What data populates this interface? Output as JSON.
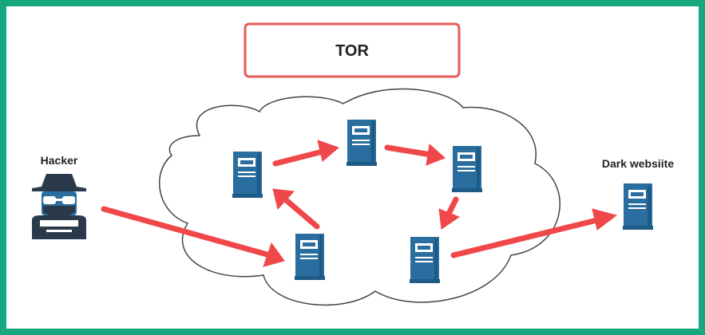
{
  "diagram": {
    "title": "TOR",
    "hacker_label": "Hacker",
    "destination_label": "Dark websiite",
    "colors": {
      "frame": "#17a77e",
      "title_border": "#e25b5b",
      "arrow": "#f0474a",
      "server_fill": "#2a6d9f",
      "server_dark": "#1e5a86",
      "cloud_stroke": "#444444",
      "hacker_fill": "#2b3a4a",
      "hacker_accent": "#2a6d9f"
    },
    "nodes": [
      {
        "id": "hacker",
        "icon": "hacker-icon"
      },
      {
        "id": "entry-node",
        "icon": "server-icon"
      },
      {
        "id": "relay-1",
        "icon": "server-icon"
      },
      {
        "id": "relay-2",
        "icon": "server-icon"
      },
      {
        "id": "relay-3",
        "icon": "server-icon"
      },
      {
        "id": "exit-node",
        "icon": "server-icon"
      },
      {
        "id": "dark-website",
        "icon": "server-icon"
      }
    ],
    "route": [
      "hacker",
      "entry-node",
      "relay-1",
      "relay-2",
      "relay-3",
      "exit-node",
      "dark-website"
    ]
  }
}
